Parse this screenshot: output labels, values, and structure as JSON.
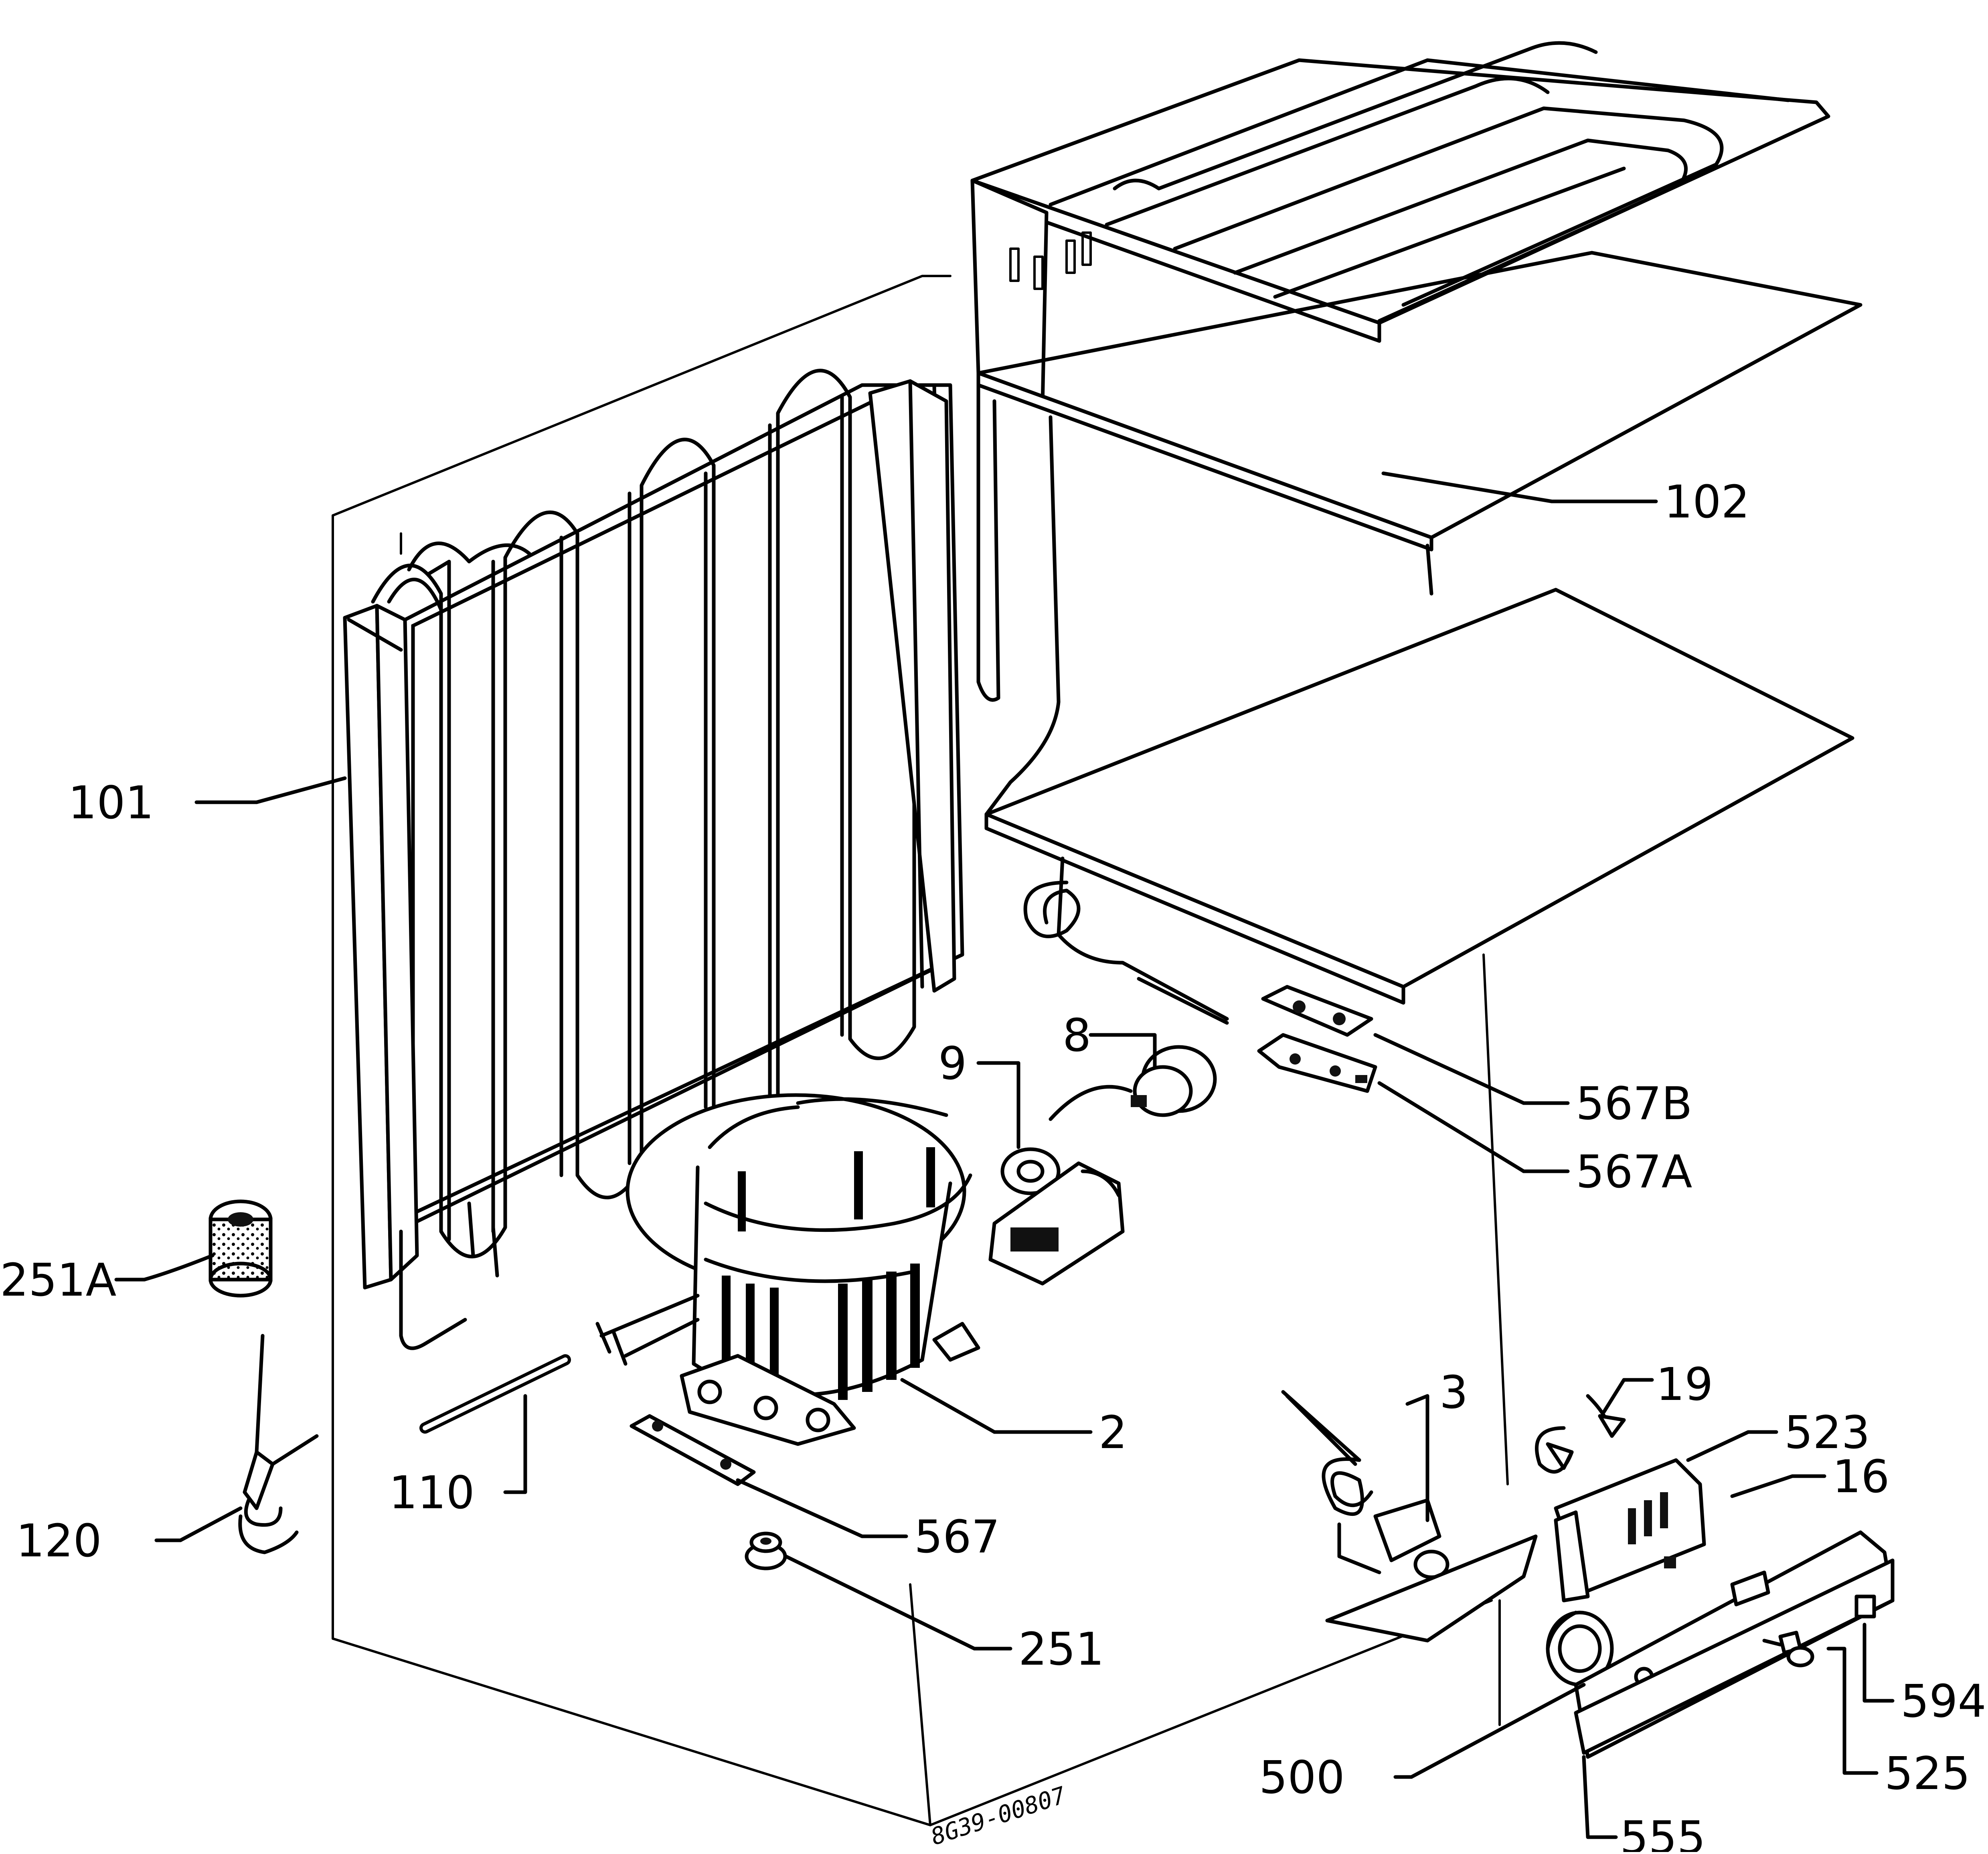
{
  "diagram": {
    "reference_code": "8G39-00807",
    "labels": {
      "l101": "101",
      "l102": "102",
      "l8": "8",
      "l9": "9",
      "l567b": "567B",
      "l567a": "567A",
      "l251a": "251A",
      "l2": "2",
      "l3": "3",
      "l19": "19",
      "l523": "523",
      "l16": "16",
      "l110": "110",
      "l567": "567",
      "l120": "120",
      "l251": "251",
      "l594": "594",
      "l525": "525",
      "l500": "500",
      "l555": "555"
    }
  }
}
